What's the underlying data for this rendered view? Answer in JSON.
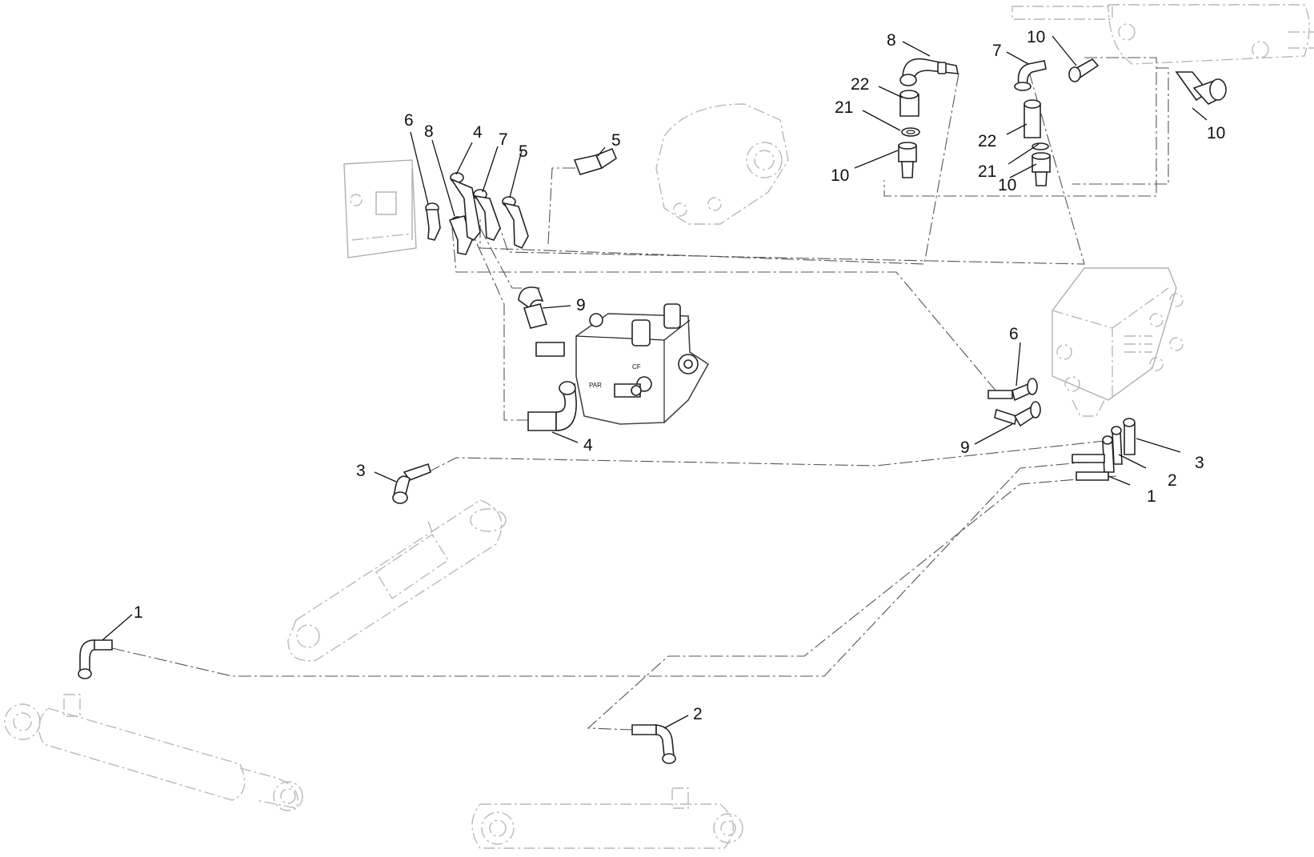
{
  "callouts": [
    {
      "id": "c-8-top",
      "label": "8"
    },
    {
      "id": "c-22-top",
      "label": "22"
    },
    {
      "id": "c-21-top",
      "label": "21"
    },
    {
      "id": "c-10-top",
      "label": "10"
    },
    {
      "id": "c-7-topr",
      "label": "7"
    },
    {
      "id": "c-10-topr",
      "label": "10"
    },
    {
      "id": "c-22-mid",
      "label": "22"
    },
    {
      "id": "c-21-mid",
      "label": "21"
    },
    {
      "id": "c-10-mid",
      "label": "10"
    },
    {
      "id": "c-10-right",
      "label": "10"
    },
    {
      "id": "c-6-left",
      "label": "6"
    },
    {
      "id": "c-8-left",
      "label": "8"
    },
    {
      "id": "c-4-left",
      "label": "4"
    },
    {
      "id": "c-7-left",
      "label": "7"
    },
    {
      "id": "c-5-left",
      "label": "5"
    },
    {
      "id": "c-5-topmid",
      "label": "5"
    },
    {
      "id": "c-9-valve",
      "label": "9"
    },
    {
      "id": "c-4-valve",
      "label": "4"
    },
    {
      "id": "c-6-right",
      "label": "6"
    },
    {
      "id": "c-9-right",
      "label": "9"
    },
    {
      "id": "c-3-right",
      "label": "3"
    },
    {
      "id": "c-2-right",
      "label": "2"
    },
    {
      "id": "c-1-right",
      "label": "1"
    },
    {
      "id": "c-3-left",
      "label": "3"
    },
    {
      "id": "c-1-left",
      "label": "1"
    },
    {
      "id": "c-2-bottom",
      "label": "2"
    }
  ],
  "valve_markings": {
    "port_cf": "CF",
    "port_pr": "PAR"
  }
}
